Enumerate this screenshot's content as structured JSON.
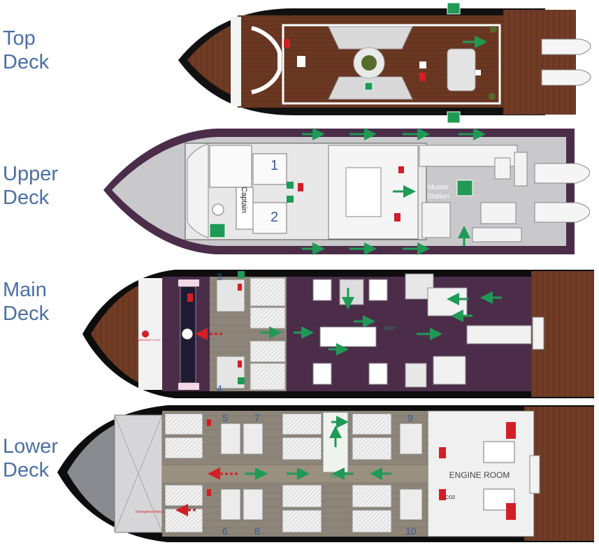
{
  "decks": {
    "top": {
      "label_line1": "Top",
      "label_line2": "Deck"
    },
    "upper": {
      "label_line1": "Upper",
      "label_line2": "Deck"
    },
    "main": {
      "label_line1": "Main",
      "label_line2": "Deck"
    },
    "lower": {
      "label_line1": "Lower",
      "label_line2": "Deck"
    }
  },
  "upper_deck": {
    "cabin_1": "1",
    "cabin_2": "2",
    "captain": "Captain",
    "muster_line1": "Muster",
    "muster_line2": "Station"
  },
  "main_deck": {
    "cabin_3": "3",
    "cabin_4": "4",
    "exit_sign": "EXIT",
    "emergency_exit": "EMERGENCY EXIT"
  },
  "lower_deck": {
    "cabin_5": "5",
    "cabin_6": "6",
    "cabin_7": "7",
    "cabin_8": "8",
    "cabin_9": "9",
    "cabin_10": "10",
    "engine_room": "ENGINE ROOM",
    "exit_sign": "EXIT",
    "emergency_hatch": "Emergency Hatch",
    "co2": "CO2"
  },
  "colors": {
    "deck_label": "#4a6fa5",
    "cabin_number": "#3a5a98",
    "hull_dark": "#0d0d0d",
    "wood_deck": "#6e3a24",
    "grey_deck": "#c9c9cb",
    "purple_floor": "#4b2d4a",
    "exit_green": "#1f9a55",
    "emergency_red": "#d21f26"
  },
  "icons": [
    "safety-sign-icon",
    "evacuation-arrow-icon",
    "fire-extinguisher-icon",
    "tender-boat-icon",
    "plant-icon"
  ]
}
